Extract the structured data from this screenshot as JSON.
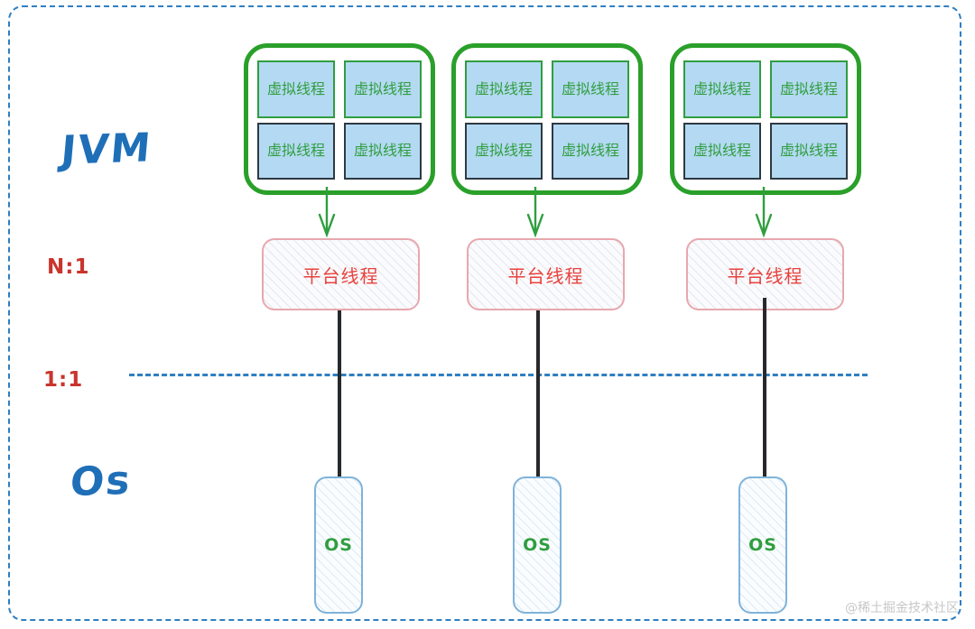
{
  "diagram": {
    "title": "JVM virtual threads to platform threads to OS threads mapping",
    "outer_border_color": "#2f7fc1",
    "watermark": "@稀土掘金技术社区",
    "layer_labels": [
      {
        "id": "jvm",
        "text": "JVM",
        "color": "#1f6fb8"
      },
      {
        "id": "os",
        "text": "Os",
        "color": "#1f6fb8"
      }
    ],
    "ratio_labels": [
      {
        "id": "n-to-1",
        "text": "N:1",
        "color": "#c9342c"
      },
      {
        "id": "1-to-1",
        "text": "1:1",
        "color": "#c9342c"
      }
    ],
    "divider": {
      "style": "dashed",
      "color": "#2f7fc1"
    },
    "columns": [
      {
        "id": "column-1",
        "group_border_color": "#2aa02a",
        "virtual_threads": [
          {
            "label": "虚拟线程",
            "border": "green"
          },
          {
            "label": "虚拟线程",
            "border": "green"
          },
          {
            "label": "虚拟线程",
            "border": "dark"
          },
          {
            "label": "虚拟线程",
            "border": "dark"
          }
        ],
        "platform_thread": {
          "label": "平台线程",
          "border_color": "#e8a7ae",
          "text_color": "#e8413c"
        },
        "os_thread": {
          "label": "OS",
          "border_color": "#7fb3da",
          "text_color": "#2f9e3f"
        }
      },
      {
        "id": "column-2",
        "group_border_color": "#2aa02a",
        "virtual_threads": [
          {
            "label": "虚拟线程",
            "border": "green"
          },
          {
            "label": "虚拟线程",
            "border": "green"
          },
          {
            "label": "虚拟线程",
            "border": "dark"
          },
          {
            "label": "虚拟线程",
            "border": "dark"
          }
        ],
        "platform_thread": {
          "label": "平台线程",
          "border_color": "#e8a7ae",
          "text_color": "#e8413c"
        },
        "os_thread": {
          "label": "OS",
          "border_color": "#7fb3da",
          "text_color": "#2f9e3f"
        }
      },
      {
        "id": "column-3",
        "group_border_color": "#2aa02a",
        "virtual_threads": [
          {
            "label": "虚拟线程",
            "border": "green"
          },
          {
            "label": "虚拟线程",
            "border": "green"
          },
          {
            "label": "虚拟线程",
            "border": "dark"
          },
          {
            "label": "虚拟线程",
            "border": "dark"
          }
        ],
        "platform_thread": {
          "label": "平台线程",
          "border_color": "#e8a7ae",
          "text_color": "#e8413c"
        },
        "os_thread": {
          "label": "OS",
          "border_color": "#7fb3da",
          "text_color": "#2f9e3f"
        }
      }
    ]
  }
}
